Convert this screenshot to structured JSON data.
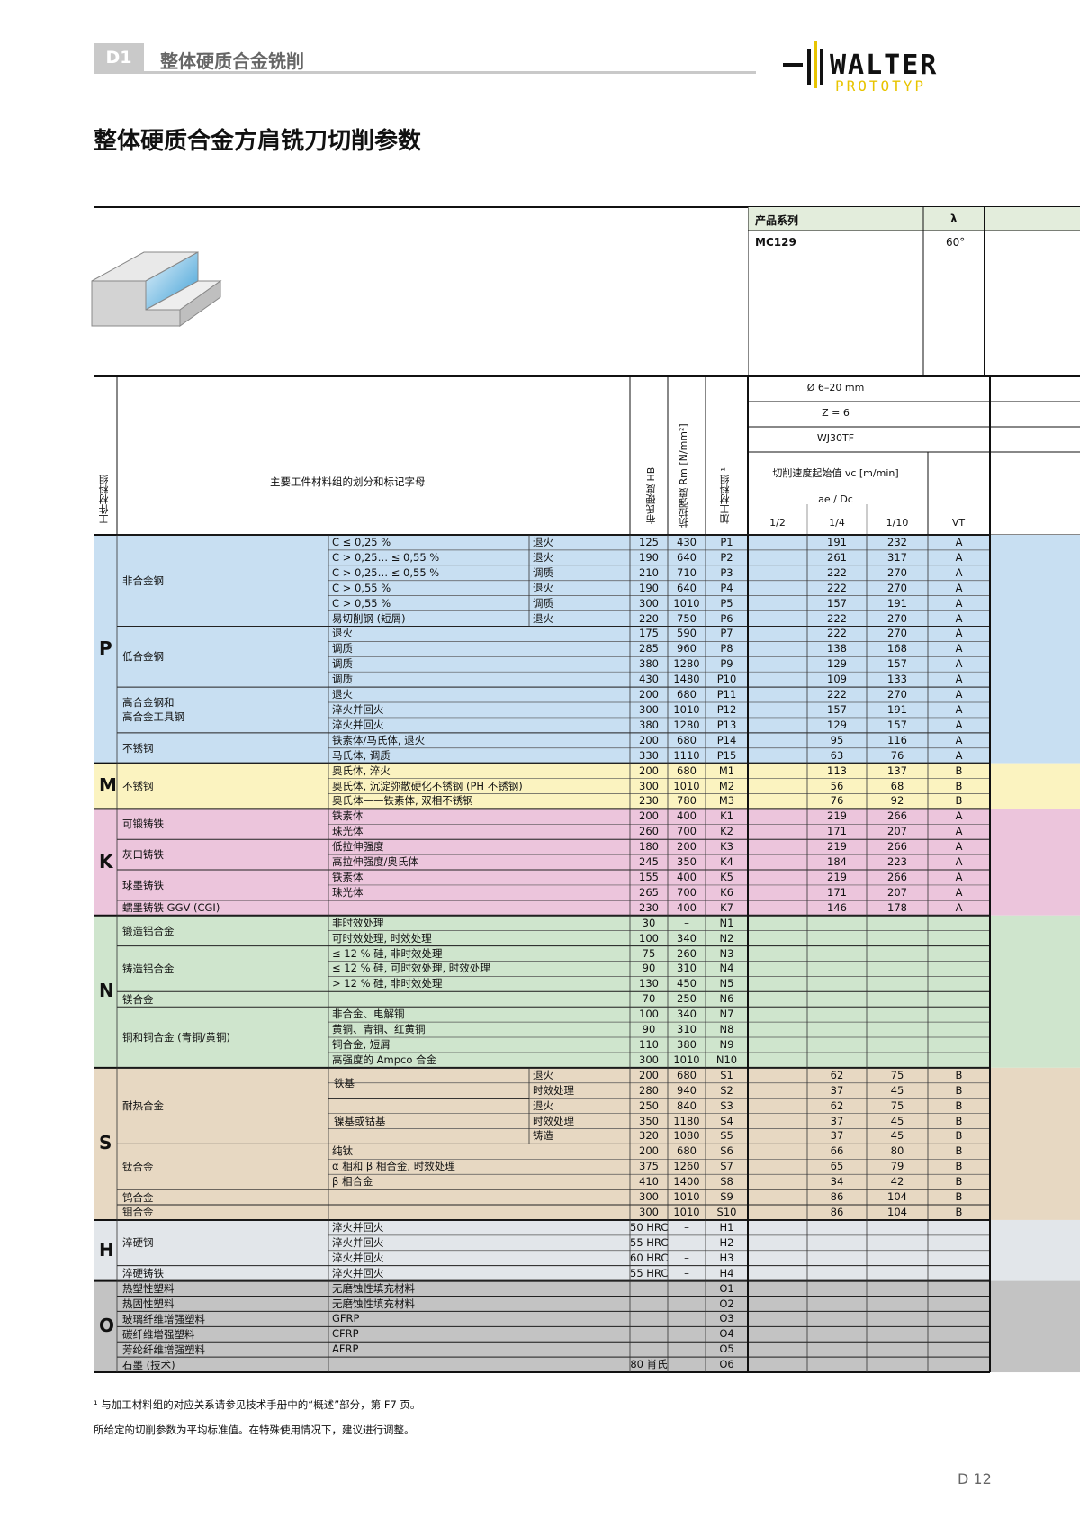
{
  "header": {
    "section_tag": "D1",
    "section_title": "整体硬质合金铣削",
    "logo_main": "WALTER",
    "logo_sub": "PROTOTYP"
  },
  "page_title": "整体硬质合金方肩铣刀切削参数",
  "product": {
    "series_label": "产品系列",
    "lambda_label": "λ",
    "series": "MC129",
    "lambda": "60°"
  },
  "conditions": {
    "diameter": "Ø 6–20 mm",
    "teeth": "Z = 6",
    "grade": "WJ30TF",
    "speed_label": "切削速度起始值 vc [m/min]",
    "ae_label": "ae / Dc",
    "cols": [
      "1/2",
      "1/4",
      "1/10",
      "VT"
    ]
  },
  "table_header": {
    "group": "工件材料组",
    "main": "主要工件材料组的划分和标记字母",
    "hb": "布氏硬度 HB",
    "rm": "抗拉强度 Rm [N/mm²]",
    "mat": "加工材料组 ¹"
  },
  "groups": [
    {
      "letter": "P",
      "color": "#c8dff2",
      "start": 0,
      "end": 15
    },
    {
      "letter": "M",
      "color": "#fbf3c0",
      "start": 15,
      "end": 18
    },
    {
      "letter": "K",
      "color": "#ecc5dc",
      "start": 18,
      "end": 25
    },
    {
      "letter": "N",
      "color": "#cfe5cd",
      "start": 25,
      "end": 35
    },
    {
      "letter": "S",
      "color": "#e7d8c2",
      "start": 35,
      "end": 45
    },
    {
      "letter": "H",
      "color": "#e2e6ea",
      "start": 45,
      "end": 49
    },
    {
      "letter": "O",
      "color": "#c3c3c3",
      "start": 49,
      "end": 55
    }
  ],
  "subgroups": [
    {
      "name": "非合金钢",
      "start": 0,
      "end": 6
    },
    {
      "name": "低合金钢",
      "start": 6,
      "end": 10
    },
    {
      "name": "高合金钢和\n高合金工具钢",
      "start": 10,
      "end": 13
    },
    {
      "name": "不锈钢",
      "start": 13,
      "end": 15
    },
    {
      "name": "不锈钢",
      "start": 15,
      "end": 18
    },
    {
      "name": "可锻铸铁",
      "start": 18,
      "end": 20
    },
    {
      "name": "灰口铸铁",
      "start": 20,
      "end": 22
    },
    {
      "name": "球墨铸铁",
      "start": 22,
      "end": 24
    },
    {
      "name": "蠕墨铸铁 GGV (CGI)",
      "start": 24,
      "end": 25
    },
    {
      "name": "锻造铝合金",
      "start": 25,
      "end": 27
    },
    {
      "name": "铸造铝合金",
      "start": 27,
      "end": 30
    },
    {
      "name": "镁合金",
      "start": 30,
      "end": 31
    },
    {
      "name": "铜和铜合金 (青铜/黄铜)",
      "start": 31,
      "end": 35
    },
    {
      "name": "耐热合金",
      "start": 35,
      "end": 40
    },
    {
      "name": "钛合金",
      "start": 40,
      "end": 43
    },
    {
      "name": "钨合金",
      "start": 43,
      "end": 44
    },
    {
      "name": "钼合金",
      "start": 44,
      "end": 45
    },
    {
      "name": "淬硬钢",
      "start": 45,
      "end": 48
    },
    {
      "name": "淬硬铸铁",
      "start": 48,
      "end": 49
    },
    {
      "name": "热塑性塑料",
      "start": 49,
      "end": 50
    },
    {
      "name": "热固性塑料",
      "start": 50,
      "end": 51
    },
    {
      "name": "玻璃纤维增强塑料",
      "start": 51,
      "end": 52
    },
    {
      "name": "碳纤维增强塑料",
      "start": 52,
      "end": 53
    },
    {
      "name": "芳纶纤维增强塑料",
      "start": 53,
      "end": 54
    },
    {
      "name": "石墨 (技术)",
      "start": 54,
      "end": 55
    }
  ],
  "subsub": [
    {
      "name": "铁基",
      "start": 35,
      "end": 37
    },
    {
      "name": "镍基或钴基",
      "start": 37,
      "end": 40
    }
  ],
  "rows": [
    {
      "d": "C ≤ 0,25 %",
      "t": "退火",
      "hb": "125",
      "rm": "430",
      "m": "P1",
      "v2": "",
      "v4": "191",
      "v10": "232",
      "vt": "A"
    },
    {
      "d": "C > 0,25… ≤ 0,55 %",
      "t": "退火",
      "hb": "190",
      "rm": "640",
      "m": "P2",
      "v2": "",
      "v4": "261",
      "v10": "317",
      "vt": "A"
    },
    {
      "d": "C > 0,25… ≤ 0,55 %",
      "t": "调质",
      "hb": "210",
      "rm": "710",
      "m": "P3",
      "v2": "",
      "v4": "222",
      "v10": "270",
      "vt": "A"
    },
    {
      "d": "C > 0,55 %",
      "t": "退火",
      "hb": "190",
      "rm": "640",
      "m": "P4",
      "v2": "",
      "v4": "222",
      "v10": "270",
      "vt": "A"
    },
    {
      "d": "C > 0,55 %",
      "t": "调质",
      "hb": "300",
      "rm": "1010",
      "m": "P5",
      "v2": "",
      "v4": "157",
      "v10": "191",
      "vt": "A"
    },
    {
      "d": "易切削钢 (短屑)",
      "t": "退火",
      "hb": "220",
      "rm": "750",
      "m": "P6",
      "v2": "",
      "v4": "222",
      "v10": "270",
      "vt": "A"
    },
    {
      "d": "退火",
      "t": "",
      "hb": "175",
      "rm": "590",
      "m": "P7",
      "v2": "",
      "v4": "222",
      "v10": "270",
      "vt": "A"
    },
    {
      "d": "调质",
      "t": "",
      "hb": "285",
      "rm": "960",
      "m": "P8",
      "v2": "",
      "v4": "138",
      "v10": "168",
      "vt": "A"
    },
    {
      "d": "调质",
      "t": "",
      "hb": "380",
      "rm": "1280",
      "m": "P9",
      "v2": "",
      "v4": "129",
      "v10": "157",
      "vt": "A"
    },
    {
      "d": "调质",
      "t": "",
      "hb": "430",
      "rm": "1480",
      "m": "P10",
      "v2": "",
      "v4": "109",
      "v10": "133",
      "vt": "A"
    },
    {
      "d": "退火",
      "t": "",
      "hb": "200",
      "rm": "680",
      "m": "P11",
      "v2": "",
      "v4": "222",
      "v10": "270",
      "vt": "A"
    },
    {
      "d": "淬火并回火",
      "t": "",
      "hb": "300",
      "rm": "1010",
      "m": "P12",
      "v2": "",
      "v4": "157",
      "v10": "191",
      "vt": "A"
    },
    {
      "d": "淬火并回火",
      "t": "",
      "hb": "380",
      "rm": "1280",
      "m": "P13",
      "v2": "",
      "v4": "129",
      "v10": "157",
      "vt": "A"
    },
    {
      "d": "铁素体/马氏体, 退火",
      "t": "",
      "hb": "200",
      "rm": "680",
      "m": "P14",
      "v2": "",
      "v4": "95",
      "v10": "116",
      "vt": "A"
    },
    {
      "d": "马氏体, 调质",
      "t": "",
      "hb": "330",
      "rm": "1110",
      "m": "P15",
      "v2": "",
      "v4": "63",
      "v10": "76",
      "vt": "A"
    },
    {
      "d": "奥氏体, 淬火",
      "t": "",
      "hb": "200",
      "rm": "680",
      "m": "M1",
      "v2": "",
      "v4": "113",
      "v10": "137",
      "vt": "B"
    },
    {
      "d": "奥氏体, 沉淀弥散硬化不锈钢 (PH 不锈钢)",
      "t": "",
      "hb": "300",
      "rm": "1010",
      "m": "M2",
      "v2": "",
      "v4": "56",
      "v10": "68",
      "vt": "B"
    },
    {
      "d": "奥氏体——铁素体, 双相不锈钢",
      "t": "",
      "hb": "230",
      "rm": "780",
      "m": "M3",
      "v2": "",
      "v4": "76",
      "v10": "92",
      "vt": "B"
    },
    {
      "d": "铁素体",
      "t": "",
      "hb": "200",
      "rm": "400",
      "m": "K1",
      "v2": "",
      "v4": "219",
      "v10": "266",
      "vt": "A"
    },
    {
      "d": "珠光体",
      "t": "",
      "hb": "260",
      "rm": "700",
      "m": "K2",
      "v2": "",
      "v4": "171",
      "v10": "207",
      "vt": "A"
    },
    {
      "d": "低拉伸强度",
      "t": "",
      "hb": "180",
      "rm": "200",
      "m": "K3",
      "v2": "",
      "v4": "219",
      "v10": "266",
      "vt": "A"
    },
    {
      "d": "高拉伸强度/奥氏体",
      "t": "",
      "hb": "245",
      "rm": "350",
      "m": "K4",
      "v2": "",
      "v4": "184",
      "v10": "223",
      "vt": "A"
    },
    {
      "d": "铁素体",
      "t": "",
      "hb": "155",
      "rm": "400",
      "m": "K5",
      "v2": "",
      "v4": "219",
      "v10": "266",
      "vt": "A"
    },
    {
      "d": "珠光体",
      "t": "",
      "hb": "265",
      "rm": "700",
      "m": "K6",
      "v2": "",
      "v4": "171",
      "v10": "207",
      "vt": "A"
    },
    {
      "d": "",
      "t": "",
      "hb": "230",
      "rm": "400",
      "m": "K7",
      "v2": "",
      "v4": "146",
      "v10": "178",
      "vt": "A"
    },
    {
      "d": "非时效处理",
      "t": "",
      "hb": "30",
      "rm": "–",
      "m": "N1",
      "v2": "",
      "v4": "",
      "v10": "",
      "vt": ""
    },
    {
      "d": "可时效处理, 时效处理",
      "t": "",
      "hb": "100",
      "rm": "340",
      "m": "N2",
      "v2": "",
      "v4": "",
      "v10": "",
      "vt": ""
    },
    {
      "d": "≤ 12 % 硅, 非时效处理",
      "t": "",
      "hb": "75",
      "rm": "260",
      "m": "N3",
      "v2": "",
      "v4": "",
      "v10": "",
      "vt": ""
    },
    {
      "d": "≤ 12 % 硅, 可时效处理, 时效处理",
      "t": "",
      "hb": "90",
      "rm": "310",
      "m": "N4",
      "v2": "",
      "v4": "",
      "v10": "",
      "vt": ""
    },
    {
      "d": "> 12 % 硅, 非时效处理",
      "t": "",
      "hb": "130",
      "rm": "450",
      "m": "N5",
      "v2": "",
      "v4": "",
      "v10": "",
      "vt": ""
    },
    {
      "d": "",
      "t": "",
      "hb": "70",
      "rm": "250",
      "m": "N6",
      "v2": "",
      "v4": "",
      "v10": "",
      "vt": ""
    },
    {
      "d": "非合金、电解铜",
      "t": "",
      "hb": "100",
      "rm": "340",
      "m": "N7",
      "v2": "",
      "v4": "",
      "v10": "",
      "vt": ""
    },
    {
      "d": "黄铜、青铜、红黄铜",
      "t": "",
      "hb": "90",
      "rm": "310",
      "m": "N8",
      "v2": "",
      "v4": "",
      "v10": "",
      "vt": ""
    },
    {
      "d": "铜合金, 短屑",
      "t": "",
      "hb": "110",
      "rm": "380",
      "m": "N9",
      "v2": "",
      "v4": "",
      "v10": "",
      "vt": ""
    },
    {
      "d": "高强度的 Ampco 合金",
      "t": "",
      "hb": "300",
      "rm": "1010",
      "m": "N10",
      "v2": "",
      "v4": "",
      "v10": "",
      "vt": ""
    },
    {
      "d": "",
      "t": "退火",
      "hb": "200",
      "rm": "680",
      "m": "S1",
      "v2": "",
      "v4": "62",
      "v10": "75",
      "vt": "B"
    },
    {
      "d": "",
      "t": "时效处理",
      "hb": "280",
      "rm": "940",
      "m": "S2",
      "v2": "",
      "v4": "37",
      "v10": "45",
      "vt": "B"
    },
    {
      "d": "",
      "t": "退火",
      "hb": "250",
      "rm": "840",
      "m": "S3",
      "v2": "",
      "v4": "62",
      "v10": "75",
      "vt": "B"
    },
    {
      "d": "",
      "t": "时效处理",
      "hb": "350",
      "rm": "1180",
      "m": "S4",
      "v2": "",
      "v4": "37",
      "v10": "45",
      "vt": "B"
    },
    {
      "d": "",
      "t": "铸造",
      "hb": "320",
      "rm": "1080",
      "m": "S5",
      "v2": "",
      "v4": "37",
      "v10": "45",
      "vt": "B"
    },
    {
      "d": "纯钛",
      "t": "",
      "hb": "200",
      "rm": "680",
      "m": "S6",
      "v2": "",
      "v4": "66",
      "v10": "80",
      "vt": "B"
    },
    {
      "d": "α 相和 β 相合金, 时效处理",
      "t": "",
      "hb": "375",
      "rm": "1260",
      "m": "S7",
      "v2": "",
      "v4": "65",
      "v10": "79",
      "vt": "B"
    },
    {
      "d": "β 相合金",
      "t": "",
      "hb": "410",
      "rm": "1400",
      "m": "S8",
      "v2": "",
      "v4": "34",
      "v10": "42",
      "vt": "B"
    },
    {
      "d": "",
      "t": "",
      "hb": "300",
      "rm": "1010",
      "m": "S9",
      "v2": "",
      "v4": "86",
      "v10": "104",
      "vt": "B"
    },
    {
      "d": "",
      "t": "",
      "hb": "300",
      "rm": "1010",
      "m": "S10",
      "v2": "",
      "v4": "86",
      "v10": "104",
      "vt": "B"
    },
    {
      "d": "淬火并回火",
      "t": "",
      "hb": "50 HRC",
      "rm": "–",
      "m": "H1",
      "v2": "",
      "v4": "",
      "v10": "",
      "vt": ""
    },
    {
      "d": "淬火并回火",
      "t": "",
      "hb": "55 HRC",
      "rm": "–",
      "m": "H2",
      "v2": "",
      "v4": "",
      "v10": "",
      "vt": ""
    },
    {
      "d": "淬火并回火",
      "t": "",
      "hb": "60 HRC",
      "rm": "–",
      "m": "H3",
      "v2": "",
      "v4": "",
      "v10": "",
      "vt": ""
    },
    {
      "d": "淬火并回火",
      "t": "",
      "hb": "55 HRC",
      "rm": "–",
      "m": "H4",
      "v2": "",
      "v4": "",
      "v10": "",
      "vt": ""
    },
    {
      "d": "无磨蚀性填充材料",
      "t": "",
      "hb": "",
      "rm": "",
      "m": "O1",
      "v2": "",
      "v4": "",
      "v10": "",
      "vt": ""
    },
    {
      "d": "无磨蚀性填充材料",
      "t": "",
      "hb": "",
      "rm": "",
      "m": "O2",
      "v2": "",
      "v4": "",
      "v10": "",
      "vt": ""
    },
    {
      "d": "GFRP",
      "t": "",
      "hb": "",
      "rm": "",
      "m": "O3",
      "v2": "",
      "v4": "",
      "v10": "",
      "vt": ""
    },
    {
      "d": "CFRP",
      "t": "",
      "hb": "",
      "rm": "",
      "m": "O4",
      "v2": "",
      "v4": "",
      "v10": "",
      "vt": ""
    },
    {
      "d": "AFRP",
      "t": "",
      "hb": "",
      "rm": "",
      "m": "O5",
      "v2": "",
      "v4": "",
      "v10": "",
      "vt": ""
    },
    {
      "d": "",
      "t": "",
      "hb": "80 肖氏",
      "rm": "",
      "m": "O6",
      "v2": "",
      "v4": "",
      "v10": "",
      "vt": ""
    }
  ],
  "footnotes": [
    "¹ 与加工材料组的对应关系请参见技术手册中的“概述”部分，第 F7 页。",
    "所给定的切削参数为平均标准值。在特殊使用情况下，建议进行调整。"
  ],
  "page_number": "D 12"
}
